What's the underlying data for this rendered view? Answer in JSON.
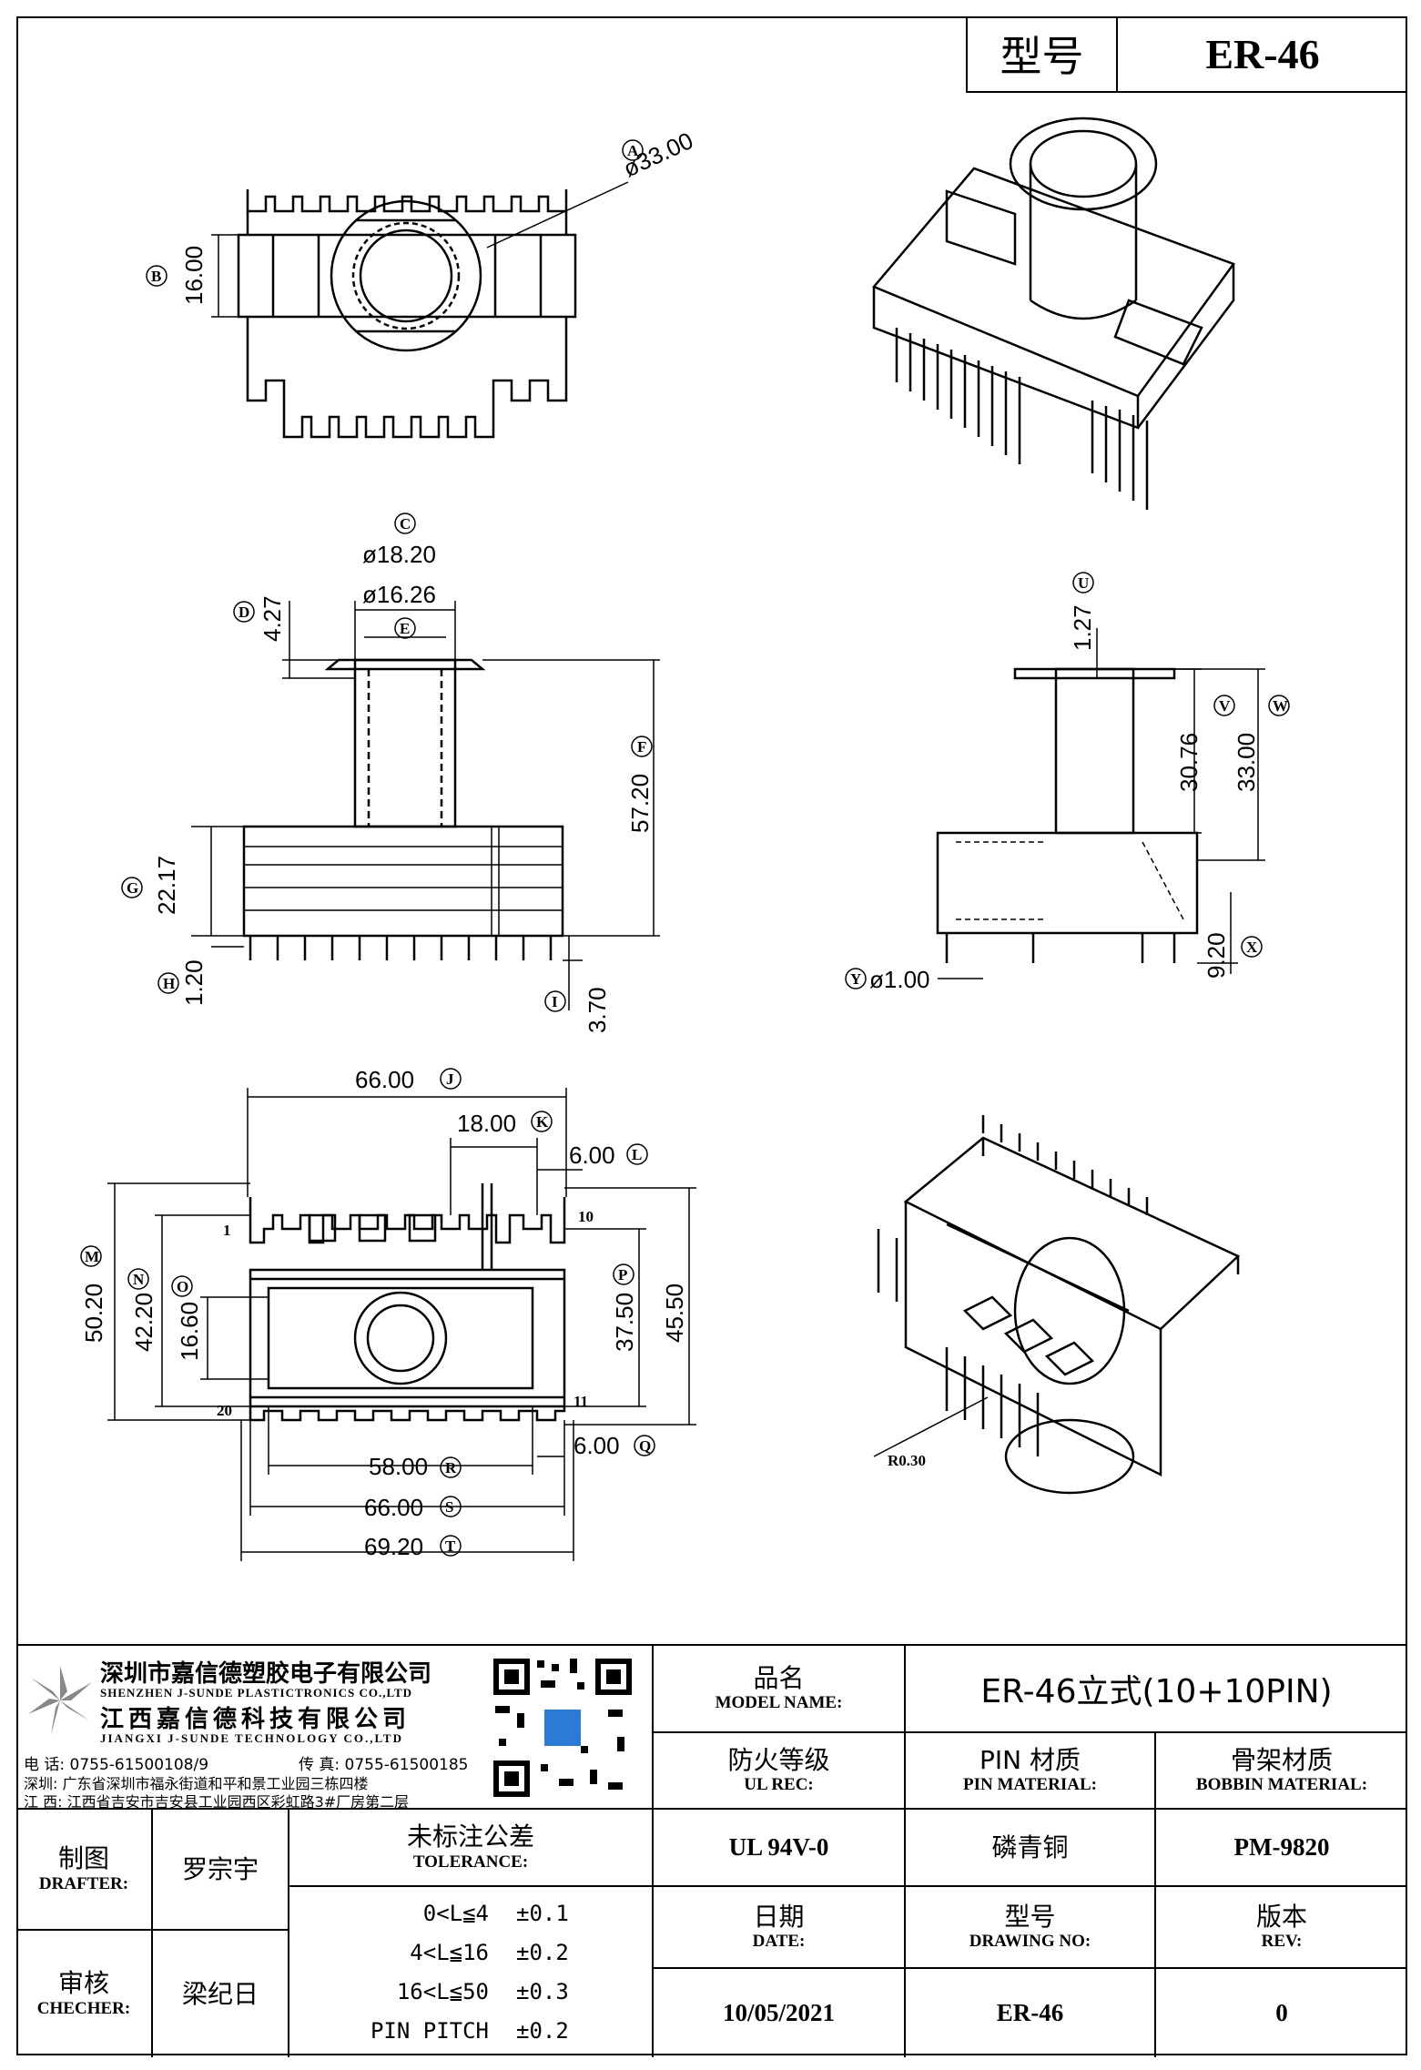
{
  "header": {
    "model_label": "型号",
    "model_value": "ER-46"
  },
  "bubbles": [
    "A",
    "B",
    "C",
    "D",
    "E",
    "F",
    "G",
    "H",
    "I",
    "U",
    "V",
    "W",
    "X",
    "Y",
    "J",
    "K",
    "L",
    "M",
    "N",
    "O",
    "P",
    "Q",
    "R",
    "S",
    "T"
  ],
  "dims": {
    "top_dia": "ø33.00",
    "top_h": "16.00",
    "side_d1": "ø18.20",
    "side_d2": "ø16.26",
    "side_h1": "4.27",
    "side_h2": "57.20",
    "side_h3": "22.17",
    "side_h4": "1.20",
    "side_h5": "3.70",
    "right_h1": "1.27",
    "right_h2": "30.76",
    "right_h3": "33.00",
    "right_h4": "9.20",
    "right_pin": "ø1.00",
    "bot_w1": "66.00",
    "bot_w2": "18.00",
    "bot_w3": "6.00",
    "bot_w4": "6.00",
    "bot_w5": "58.00",
    "bot_w6": "66.00",
    "bot_w7": "69.20",
    "bot_h1": "50.20",
    "bot_h2": "42.20",
    "bot_h3": "16.60",
    "bot_h4": "37.50",
    "bot_h5": "45.50",
    "pin1": "1",
    "pin10": "10",
    "pin11": "11",
    "pin20": "20",
    "iso_r": "R0.30"
  },
  "company": {
    "name_cn": "深圳市嘉信德塑胶电子有限公司",
    "name_en": "SHENZHEN J-SUNDE PLASTICTRONICS CO.,LTD",
    "name2_cn": "江西嘉信德科技有限公司",
    "name2_en": "JIANGXI J-SUNDE TECHNOLOGY CO.,LTD",
    "tel": "电 话: 0755-61500108/9",
    "fax": "传 真: 0755-61500185",
    "addr_sz": "深圳: 广东省深圳市福永街道和平和景工业园三栋四楼",
    "addr_jx": "江 西: 江西省吉安市吉安县工业园西区彩虹路3#厂房第二层"
  },
  "title_block": {
    "model_name_cn": "品名",
    "model_name_en": "MODEL NAME:",
    "model_name_val": "ER-46立式(10+10PIN)",
    "ul_cn": "防火等级",
    "ul_en": "UL REC:",
    "ul_val": "UL 94V-0",
    "pin_cn": "PIN 材质",
    "pin_en": "PIN MATERIAL:",
    "pin_val": "磷青铜",
    "bobbin_cn": "骨架材质",
    "bobbin_en": "BOBBIN MATERIAL:",
    "bobbin_val": "PM-9820",
    "drafter_cn": "制图",
    "drafter_en": "DRAFTER:",
    "drafter_val": "罗宗宇",
    "checker_cn": "审核",
    "checker_en": "CHECHER:",
    "checker_val": "梁纪日",
    "tol_cn": "未标注公差",
    "tol_en": "TOLERANCE:",
    "tol_rows": [
      {
        "range": "0<L≦4",
        "val": "±0.1"
      },
      {
        "range": "4<L≦16",
        "val": "±0.2"
      },
      {
        "range": "16<L≦50",
        "val": "±0.3"
      },
      {
        "range": "PIN PITCH",
        "val": "±0.2"
      }
    ],
    "date_cn": "日期",
    "date_en": "DATE:",
    "date_val": "10/05/2021",
    "drawing_cn": "型号",
    "drawing_en": "DRAWING NO:",
    "drawing_val": "ER-46",
    "rev_cn": "版本",
    "rev_en": "REV:",
    "rev_val": "0"
  }
}
